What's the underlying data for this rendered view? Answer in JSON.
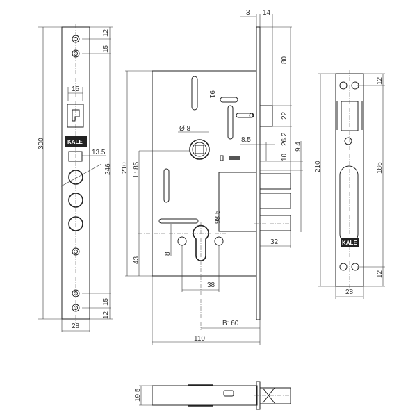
{
  "title_logo": "KALE",
  "left_plate": {
    "height": "300",
    "top_hole_1": "12",
    "top_hole_2": "15",
    "latch_width": "15",
    "deadbolt_width": "13.5",
    "bolt_holes": "246",
    "bottom_hole_2": "15",
    "bottom_hole_1": "12",
    "width": "28",
    "logo": "KALE"
  },
  "lock_body": {
    "height": "210",
    "backset_l": "L: 85",
    "spindle": "Ø 8",
    "slot": "91",
    "faceplate_thickness": "3",
    "faceplate_offset": "14",
    "latch_top": "80",
    "latch_height": "22",
    "latch_gap": "26.2",
    "bolt_offset": "8.5",
    "bolt_spacing": "9.4",
    "bolt_gap": "10",
    "cylinder_height": "98.5",
    "bolt_throw": "32",
    "screw_offset": "8",
    "cylinder_bottom": "43",
    "screw_spacing": "38",
    "backset_b": "B: 60",
    "width": "110"
  },
  "right_plate": {
    "height": "210",
    "hole_span": "186",
    "top_hole": "12",
    "bottom_hole": "12",
    "width": "28",
    "logo": "KALE"
  },
  "bottom_view": {
    "thickness": "19.5"
  }
}
